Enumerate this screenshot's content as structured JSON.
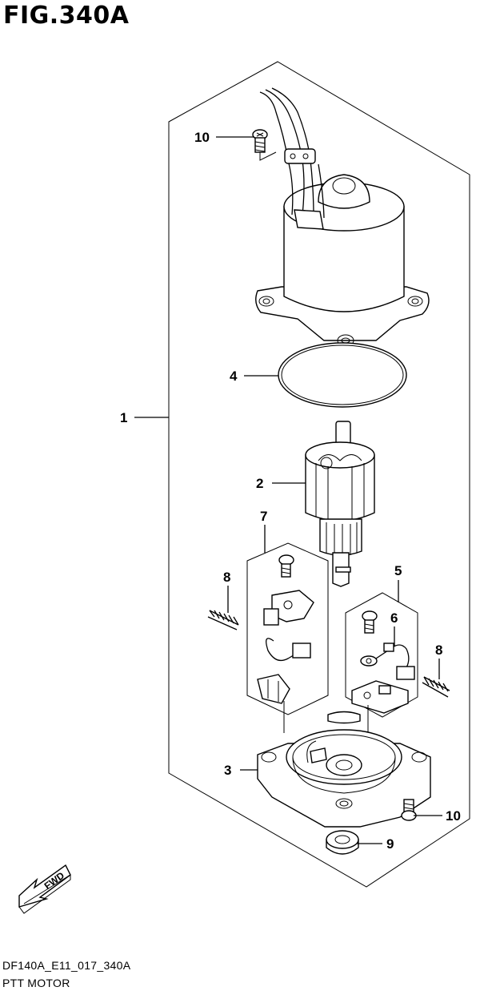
{
  "figure": {
    "title": "FIG.340A"
  },
  "callouts": [
    {
      "id": "c1",
      "text": "1"
    },
    {
      "id": "c2",
      "text": "2"
    },
    {
      "id": "c3",
      "text": "3"
    },
    {
      "id": "c4",
      "text": "4"
    },
    {
      "id": "c5",
      "text": "5"
    },
    {
      "id": "c6",
      "text": "6"
    },
    {
      "id": "c7",
      "text": "7"
    },
    {
      "id": "c8a",
      "text": "8"
    },
    {
      "id": "c8b",
      "text": "8"
    },
    {
      "id": "c9",
      "text": "9"
    },
    {
      "id": "c10a",
      "text": "10"
    },
    {
      "id": "c10b",
      "text": "10"
    }
  ],
  "fwd_label": "FWD",
  "footer": {
    "code": "DF140A_E11_017_340A",
    "name": "PTT MOTOR"
  }
}
